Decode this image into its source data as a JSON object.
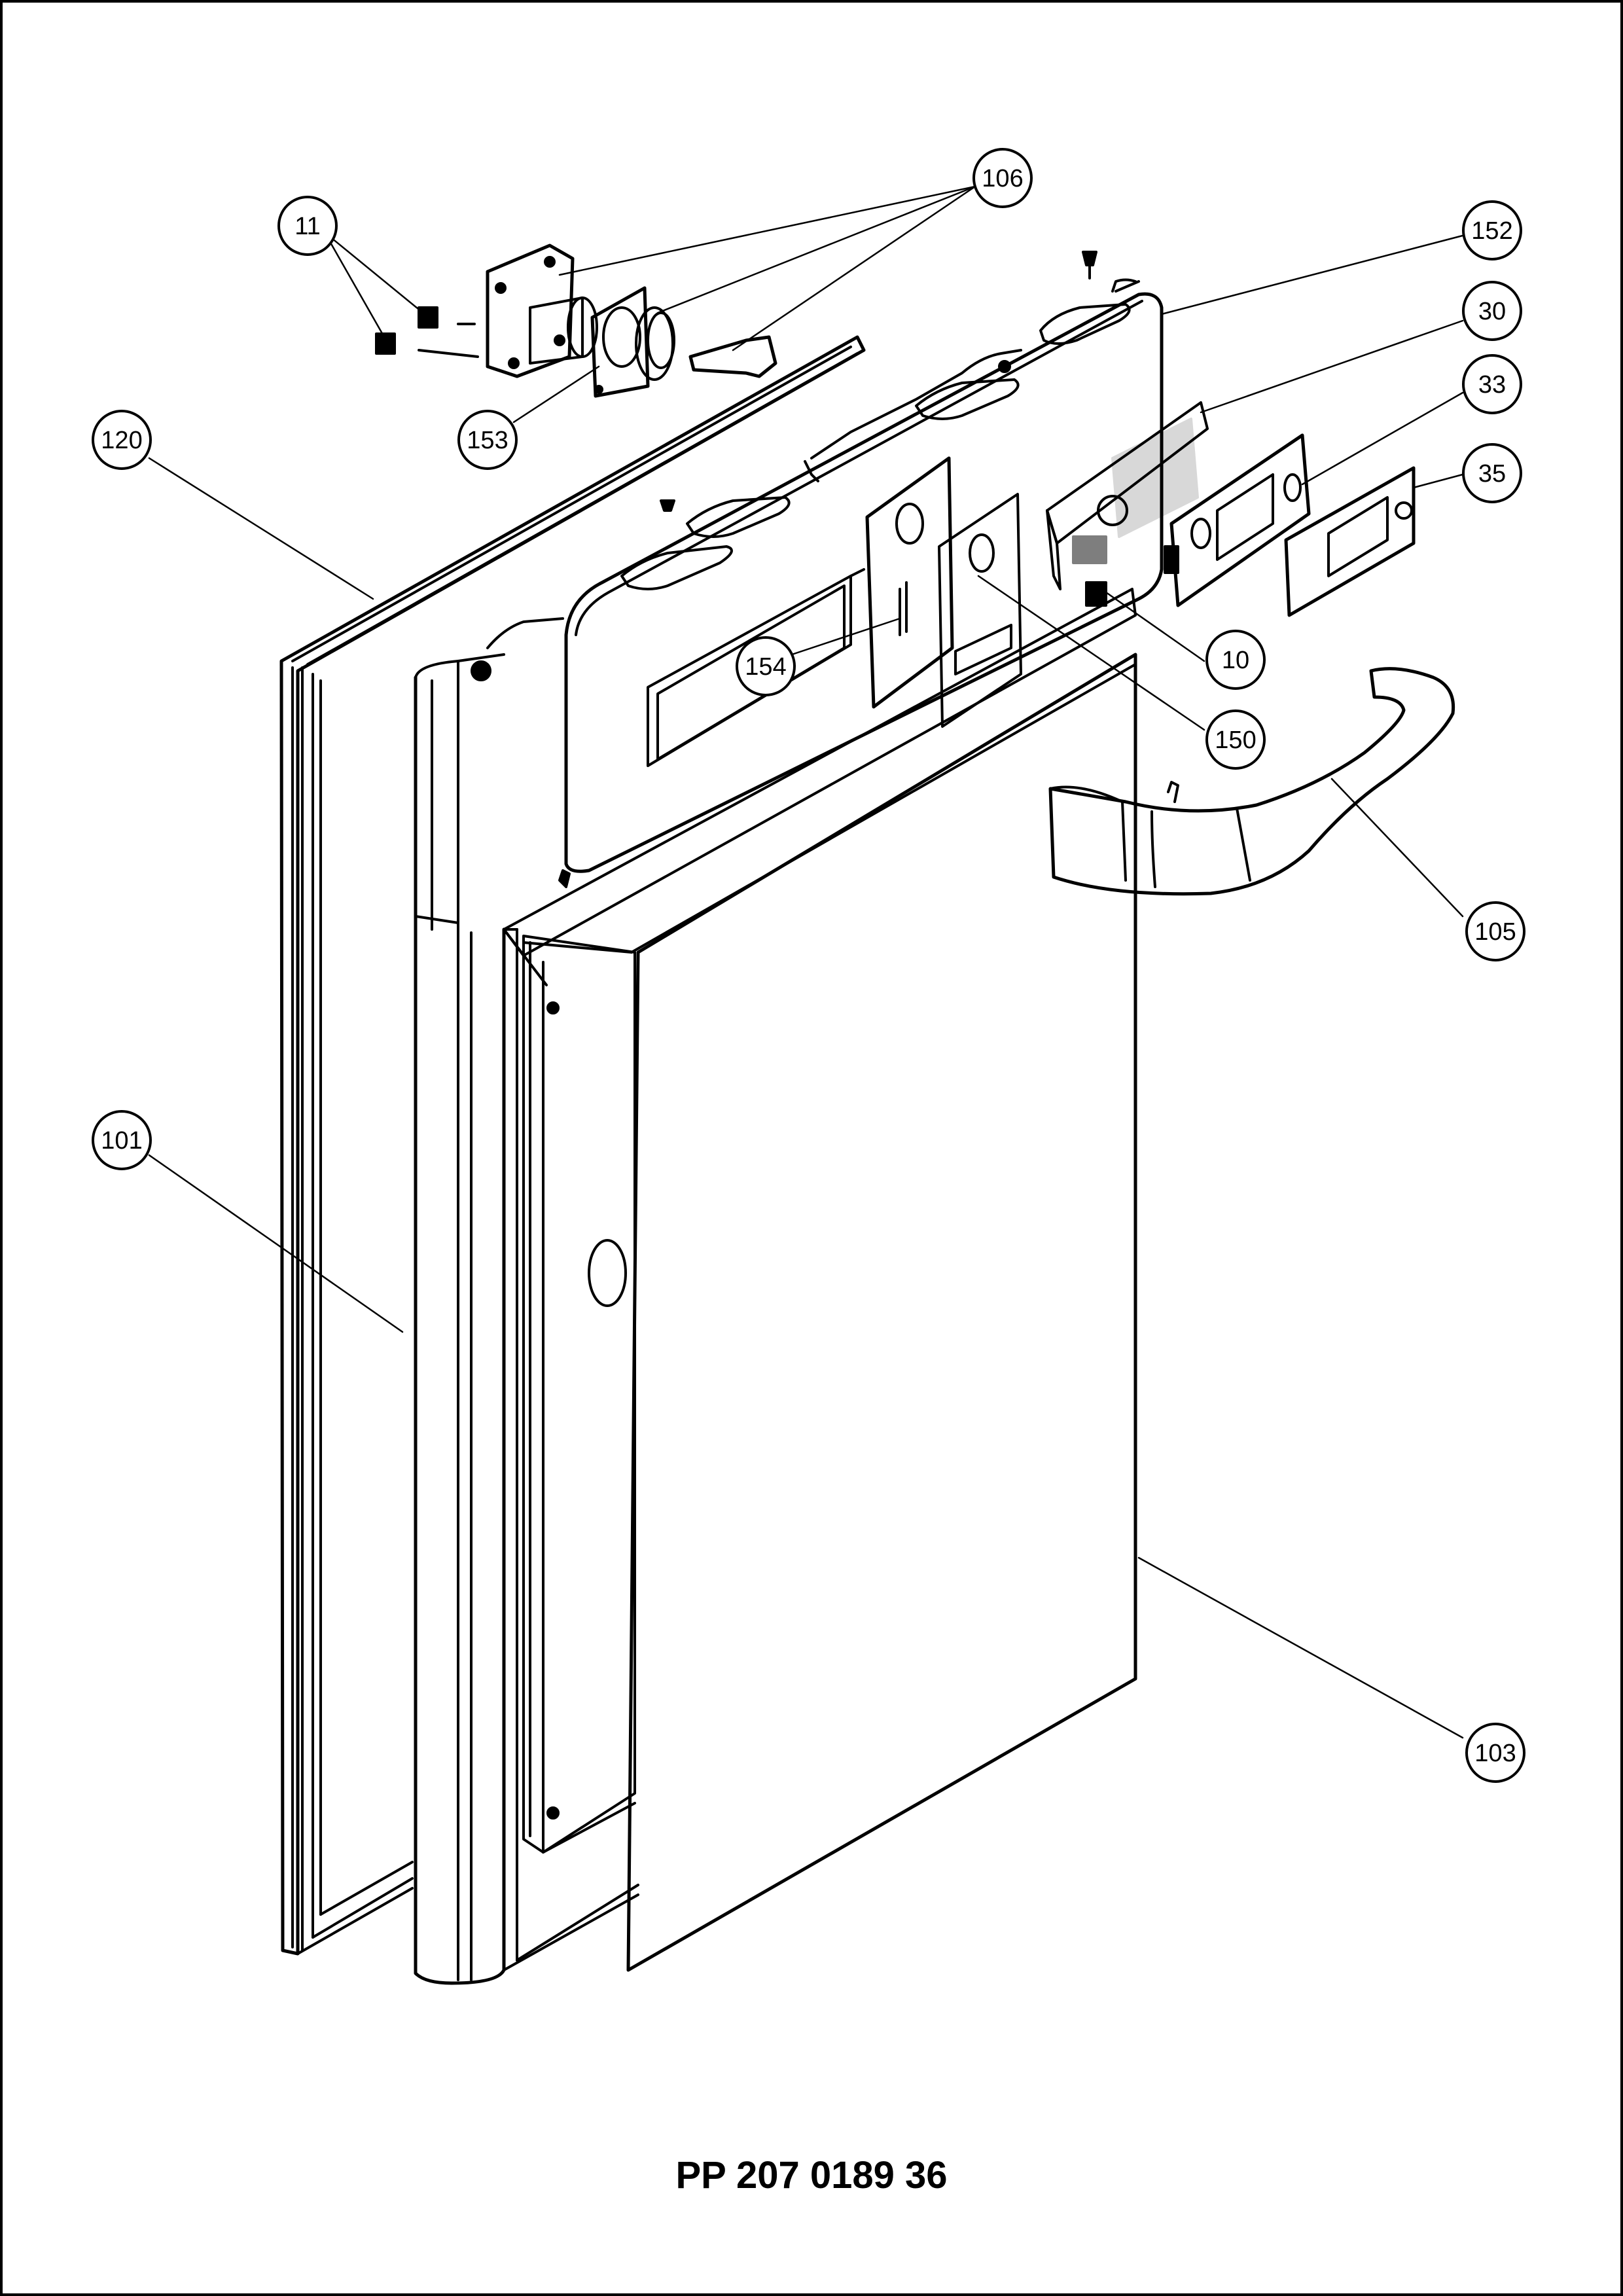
{
  "drawing_number": "PP 207 0189 36",
  "callouts": [
    {
      "id": "c11",
      "label": "11"
    },
    {
      "id": "c106",
      "label": "106"
    },
    {
      "id": "c152",
      "label": "152"
    },
    {
      "id": "c30",
      "label": "30"
    },
    {
      "id": "c33",
      "label": "33"
    },
    {
      "id": "c35",
      "label": "35"
    },
    {
      "id": "c120",
      "label": "120"
    },
    {
      "id": "c153",
      "label": "153"
    },
    {
      "id": "c154",
      "label": "154"
    },
    {
      "id": "c10",
      "label": "10"
    },
    {
      "id": "c150",
      "label": "150"
    },
    {
      "id": "c105",
      "label": "105"
    },
    {
      "id": "c101",
      "label": "101"
    },
    {
      "id": "c103",
      "label": "103"
    }
  ]
}
